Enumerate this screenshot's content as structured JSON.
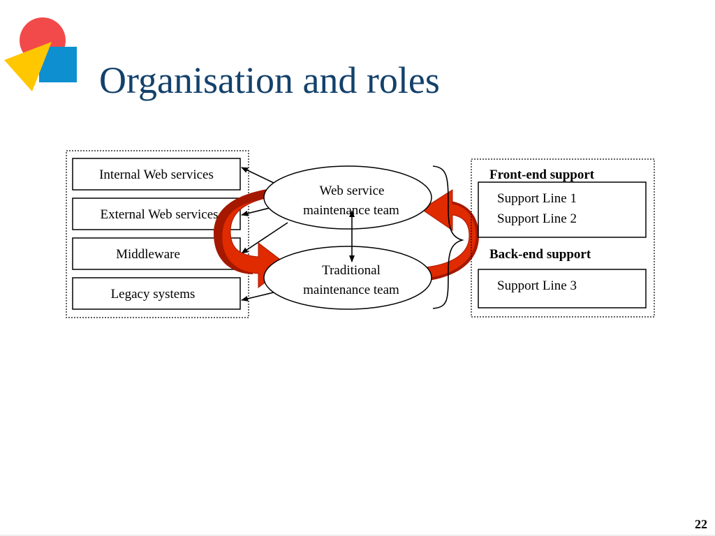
{
  "slide": {
    "title": "Organisation and roles",
    "page_number": "22"
  },
  "diagram": {
    "systems": [
      "Internal Web services",
      "External Web services",
      "Middleware",
      "Legacy systems"
    ],
    "teams": {
      "web_line1": "Web service",
      "web_line2": "maintenance team",
      "trad_line1": "Traditional",
      "trad_line2": "maintenance team"
    },
    "support": {
      "front_heading": "Front-end support",
      "front_lines": [
        "Support Line 1",
        "Support Line 2"
      ],
      "back_heading": "Back-end support",
      "back_lines": [
        "Support Line 3"
      ]
    }
  },
  "colors": {
    "title": "#13416b",
    "arrow_fill": "#e02a00",
    "arrow_dark": "#a51800",
    "logo_red": "#f24a4a",
    "logo_yellow": "#ffc700",
    "logo_blue": "#0d8fd0"
  }
}
